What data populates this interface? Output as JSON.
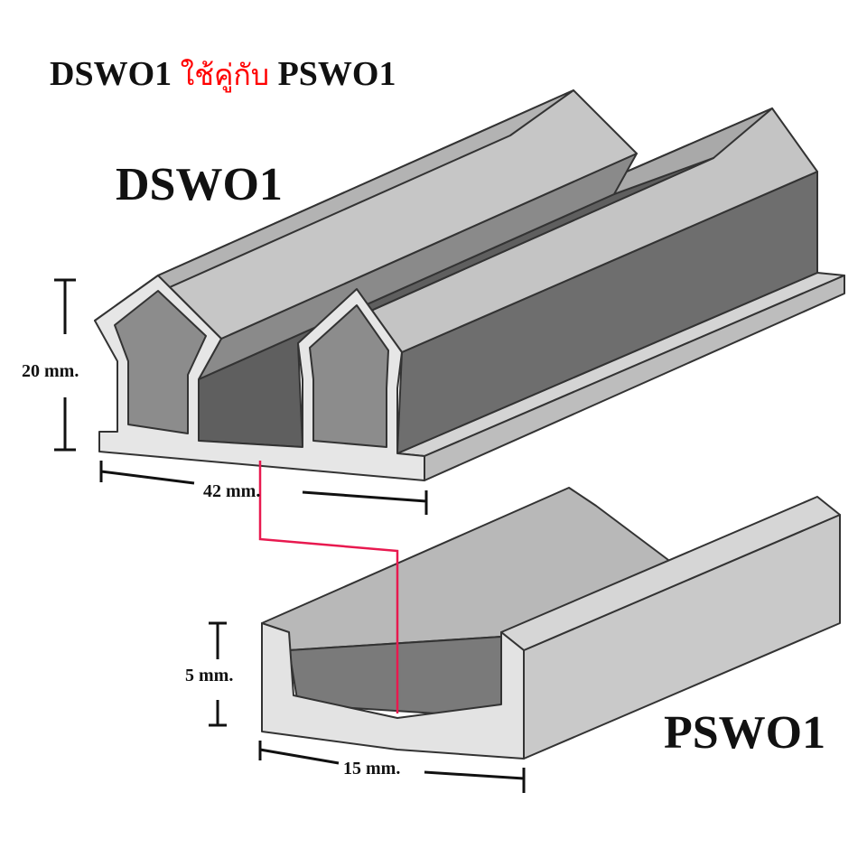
{
  "header": {
    "left_code": "DSWO1",
    "connector": "ใช้คู่กับ",
    "right_code": "PSWO1",
    "connector_color": "#ff0000"
  },
  "dswo1": {
    "label": "DSWO1",
    "height": "20 mm.",
    "width": "42 mm."
  },
  "pswo1": {
    "label": "PSWO1",
    "height": "5 mm.",
    "width": "15 mm."
  },
  "colors": {
    "link_line": "#e8194f"
  }
}
